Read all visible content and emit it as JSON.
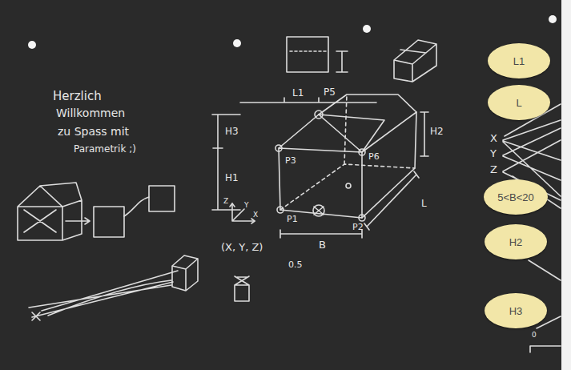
{
  "diagram": {
    "nodes": [
      {
        "text": [
          "L1"
        ]
      },
      {
        "text": [
          "L"
        ]
      },
      {
        "text": [
          "5<B<20"
        ]
      },
      {
        "text": [
          "H2"
        ]
      },
      {
        "text": [
          "H3"
        ]
      }
    ],
    "labels": [
      "Herzlich",
      "Willkommen",
      "zu Spass mit",
      "Parametrik ;)",
      "L1",
      "P5",
      "H3",
      "H2",
      "P3",
      "P6",
      "H1",
      "Z",
      "Y",
      "X",
      "L",
      "P1",
      "P2",
      "(X, Y, Z)",
      "B",
      "0.5",
      "X",
      "Y",
      "Z",
      "0"
    ]
  }
}
